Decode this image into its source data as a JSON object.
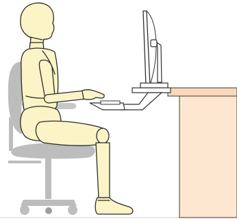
{
  "colors": {
    "background": "#ffffff",
    "figure_fill": "#fbf4c6",
    "figure_stroke": "#2b2b2b",
    "chair_gray": "#bdbdbd",
    "chair_gray_dark": "#9f9f9f",
    "desk_top": "#f7d8b8",
    "desk_body": "#fde7d0",
    "desk_stroke": "#3a3a3a",
    "monitor_fill": "#ffffff",
    "monitor_stroke": "#2f2f2f",
    "arm_fill": "#ffffff",
    "arm_stroke": "#2f2f2f"
  },
  "icons": {
    "figure": "seated-human-mannequin",
    "chair": "office-chair",
    "desk": "desk",
    "monitor": "monitor",
    "keyboard": "keyboard-tray"
  }
}
